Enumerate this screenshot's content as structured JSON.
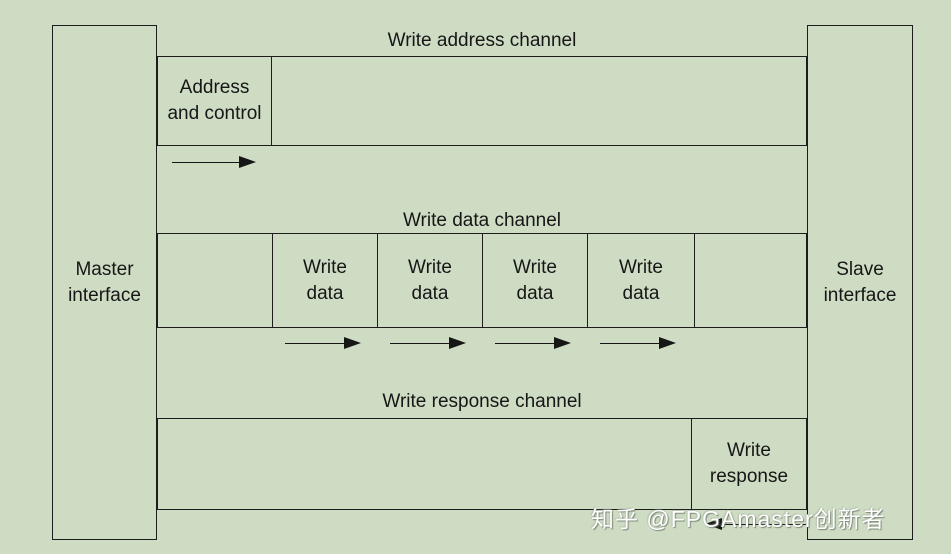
{
  "diagram": {
    "master": {
      "line1": "Master",
      "line2": "interface"
    },
    "slave": {
      "line1": "Slave",
      "line2": "interface"
    },
    "channels": {
      "address": {
        "title": "Write address channel",
        "box": {
          "line1": "Address",
          "line2": "and control"
        },
        "arrow_direction": "right"
      },
      "data": {
        "title": "Write data channel",
        "cells": [
          {
            "line1": "Write",
            "line2": "data"
          },
          {
            "line1": "Write",
            "line2": "data"
          },
          {
            "line1": "Write",
            "line2": "data"
          },
          {
            "line1": "Write",
            "line2": "data"
          }
        ],
        "arrow_directions": [
          "right",
          "right",
          "right",
          "right"
        ]
      },
      "response": {
        "title": "Write response channel",
        "box": {
          "line1": "Write",
          "line2": "response"
        },
        "arrow_direction": "left"
      }
    },
    "colors": {
      "background": "#cedcc4",
      "line": "#1c1c1c",
      "text": "#161616",
      "watermark": "#ffffff"
    }
  },
  "watermark": {
    "text": "知乎 @FPGAmaster创新者"
  }
}
